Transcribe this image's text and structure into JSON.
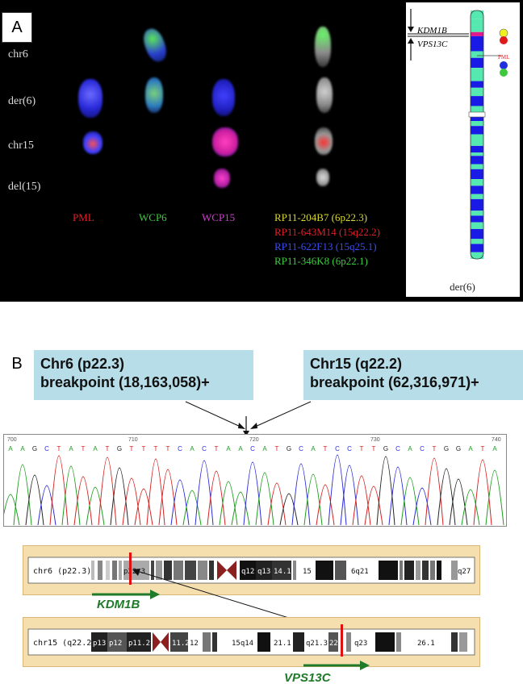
{
  "panel_a": {
    "letter": "A",
    "row_labels": [
      "chr6",
      "der(6)",
      "chr15",
      "del(15)"
    ],
    "probe_labels": [
      {
        "text": "PML",
        "color": "#e0202a"
      },
      {
        "text": "WCP6",
        "color": "#3ecb3e"
      },
      {
        "text": "WCP15",
        "color": "#d43cd4"
      }
    ],
    "bac_probes": [
      {
        "text": "RP11-204B7 (6p22.3)",
        "color": "#d8d830"
      },
      {
        "text": "RP11-643M14 (15q22.2)",
        "color": "#e0202a"
      },
      {
        "text": "RP11-622F13 (15q25.1)",
        "color": "#3a4ef0"
      },
      {
        "text": "RP11-346K8 (6p22.1)",
        "color": "#3ecb3e"
      }
    ],
    "ideogram": {
      "gene_top": "KDM1B",
      "gene_bottom": "VPS13C",
      "pml_label": "PML",
      "caption": "der(6)",
      "colors": {
        "green": "#55e8b0",
        "blue": "#1a1ae6",
        "magenta": "#e01a8c"
      }
    }
  },
  "panel_b": {
    "letter": "B",
    "breakpoint_chr6": {
      "line1": "Chr6 (p22.3)",
      "line2": "breakpoint (18,163,058)+"
    },
    "breakpoint_chr15": {
      "line1": "Chr15 (q22.2)",
      "line2": "breakpoint (62,316,971)+"
    },
    "sequence_positions": [
      "700",
      "710",
      "720",
      "730",
      "740"
    ],
    "sequence": "AAGCTATATGTTTTCACTAACATGCATCCTTGCACTGGATA",
    "base_colors": {
      "A": "#1c9c1c",
      "C": "#2a2ad8",
      "G": "#222222",
      "T": "#d62020"
    },
    "chr6_bar": {
      "label": "chr6 (p22.3)",
      "bands": [
        "p22.3",
        "q12",
        "q13",
        "14.1",
        "15",
        "6q21",
        "q27"
      ]
    },
    "chr15_bar": {
      "label": "chr15 (q22.2)",
      "bands": [
        "p13",
        "p12",
        "p11.2",
        "11.2",
        "12",
        "15q14",
        "21.1",
        "q21.3",
        "22",
        "q23",
        "26.1"
      ]
    },
    "genes": {
      "kdm1b": "KDM1B",
      "vps13c": "VPS13C"
    }
  }
}
